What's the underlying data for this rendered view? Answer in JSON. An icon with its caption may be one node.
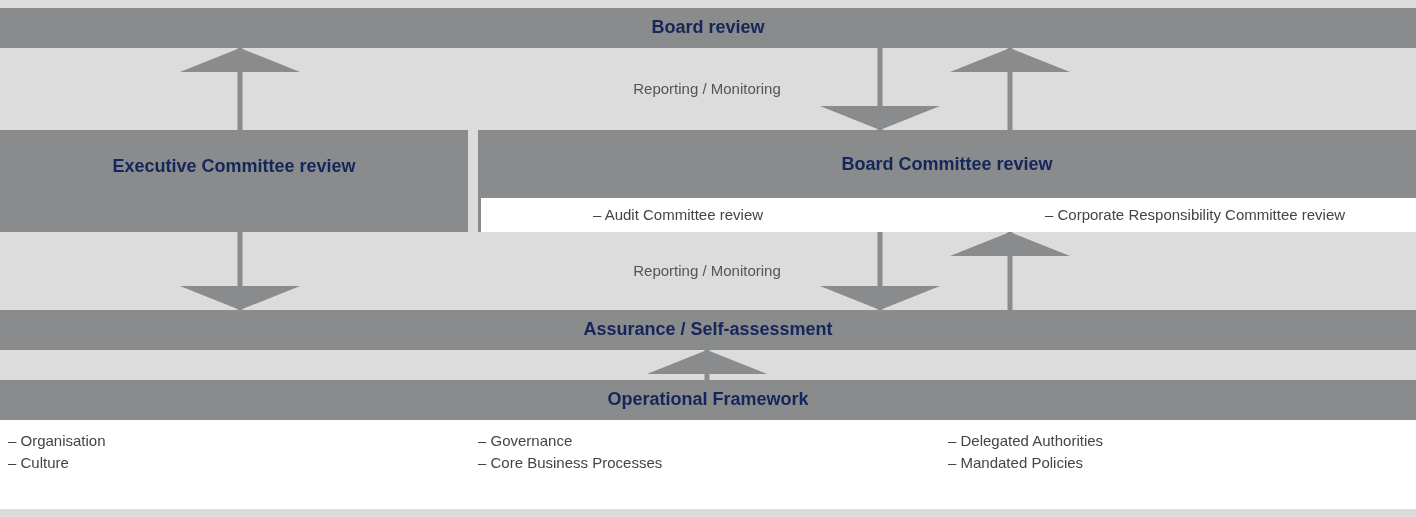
{
  "diagram": {
    "nodes": [
      {
        "text": [
          "Board review"
        ]
      },
      {
        "text": [
          "Executive Committee review"
        ]
      },
      {
        "text": [
          "Board Committee review",
          "– Audit Committee review",
          "– Corporate Responsibility Committee review"
        ]
      },
      {
        "text": [
          "Assurance / Self-assessment"
        ]
      },
      {
        "text": [
          "Operational Framework",
          "– Organisation",
          "– Governance",
          "– Delegated Authorities",
          "– Culture",
          "– Core Business Processes",
          "– Mandated Policies"
        ]
      }
    ],
    "edges": [
      {
        "from": 0,
        "to": 2,
        "arrow": "to"
      },
      {
        "from": 1,
        "to": 0,
        "arrow": "to"
      },
      {
        "from": 2,
        "to": 0,
        "arrow": "to"
      },
      {
        "from": 1,
        "to": 3,
        "arrow": "to"
      },
      {
        "from": 2,
        "to": 3,
        "arrow": "to"
      },
      {
        "from": 3,
        "to": 2,
        "arrow": "to"
      },
      {
        "from": 4,
        "to": 3,
        "arrow": "to"
      }
    ],
    "labels": [
      "Reporting / Monitoring",
      "Reporting / Monitoring"
    ]
  }
}
